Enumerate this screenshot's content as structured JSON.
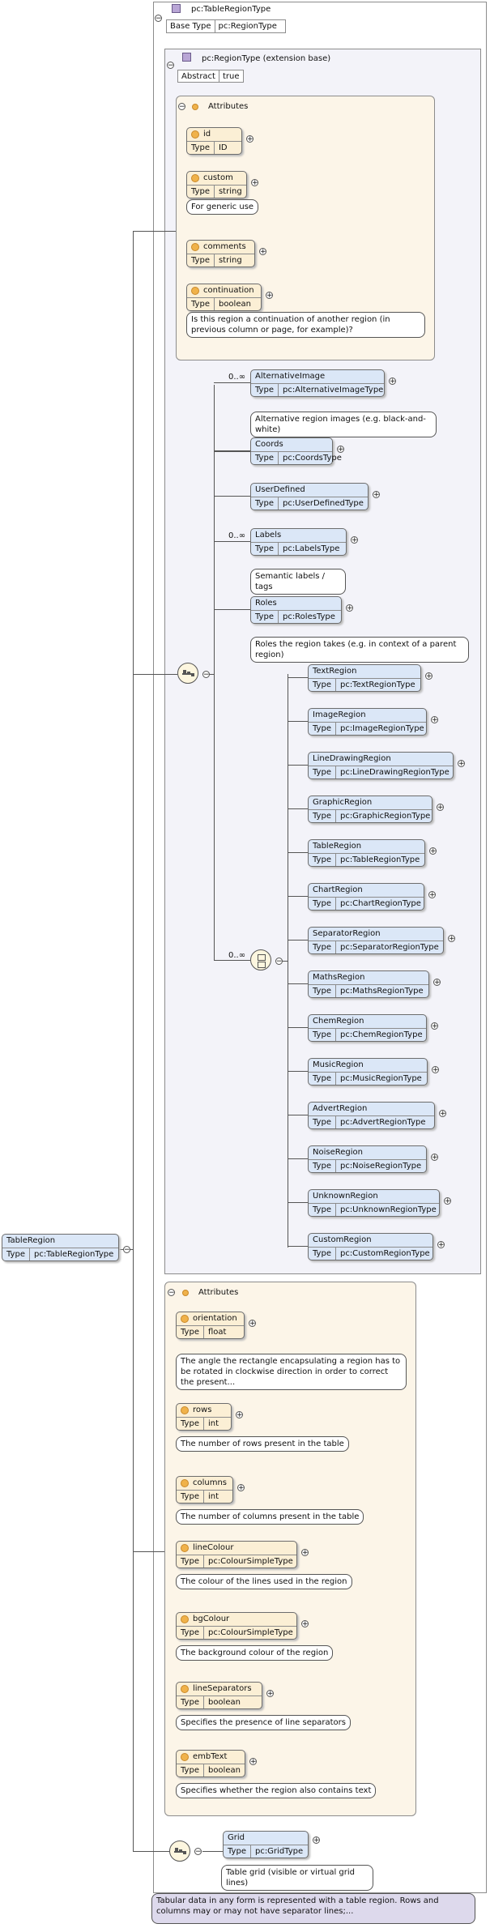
{
  "diagram": {
    "root": {
      "name": "TableRegion",
      "type_label": "Type",
      "type": "pc:TableRegionType"
    },
    "complex_type": {
      "name": "pc:TableRegionType",
      "base_type_label": "Base Type",
      "base_type": "pc:RegionType"
    },
    "region_type": {
      "name": "pc:RegionType (extension base)",
      "abstract_label": "Abstract",
      "abstract": "true"
    },
    "attributes_label": "Attributes",
    "base_attributes": [
      {
        "name": "id",
        "type": "ID",
        "doc": ""
      },
      {
        "name": "custom",
        "type": "string",
        "doc": "For generic use"
      },
      {
        "name": "comments",
        "type": "string",
        "doc": ""
      },
      {
        "name": "continuation",
        "type": "boolean",
        "doc": "Is this region a continuation of another region (in previous column or page, for example)?"
      }
    ],
    "sequence_elements": [
      {
        "name": "AlternativeImage",
        "type": "pc:AlternativeImageType",
        "cardinality": "0..∞",
        "doc": "Alternative region images (e.g. black-and-white)"
      },
      {
        "name": "Coords",
        "type": "pc:CoordsType",
        "cardinality": "",
        "doc": ""
      },
      {
        "name": "UserDefined",
        "type": "pc:UserDefinedType",
        "cardinality": "",
        "doc": ""
      },
      {
        "name": "Labels",
        "type": "pc:LabelsType",
        "cardinality": "0..∞",
        "doc": "Semantic labels / tags"
      },
      {
        "name": "Roles",
        "type": "pc:RolesType",
        "cardinality": "",
        "doc": "Roles the region takes (e.g. in context of a parent region)"
      }
    ],
    "choice_cardinality": "0..∞",
    "choice_elements": [
      {
        "name": "TextRegion",
        "type": "pc:TextRegionType"
      },
      {
        "name": "ImageRegion",
        "type": "pc:ImageRegionType"
      },
      {
        "name": "LineDrawingRegion",
        "type": "pc:LineDrawingRegionType"
      },
      {
        "name": "GraphicRegion",
        "type": "pc:GraphicRegionType"
      },
      {
        "name": "TableRegion",
        "type": "pc:TableRegionType"
      },
      {
        "name": "ChartRegion",
        "type": "pc:ChartRegionType"
      },
      {
        "name": "SeparatorRegion",
        "type": "pc:SeparatorRegionType"
      },
      {
        "name": "MathsRegion",
        "type": "pc:MathsRegionType"
      },
      {
        "name": "ChemRegion",
        "type": "pc:ChemRegionType"
      },
      {
        "name": "MusicRegion",
        "type": "pc:MusicRegionType"
      },
      {
        "name": "AdvertRegion",
        "type": "pc:AdvertRegionType"
      },
      {
        "name": "NoiseRegion",
        "type": "pc:NoiseRegionType"
      },
      {
        "name": "UnknownRegion",
        "type": "pc:UnknownRegionType"
      },
      {
        "name": "CustomRegion",
        "type": "pc:CustomRegionType"
      }
    ],
    "table_attributes": [
      {
        "name": "orientation",
        "type": "float",
        "doc": "The angle the rectangle encapsulating a region has to be rotated in clockwise direction in order to correct the present..."
      },
      {
        "name": "rows",
        "type": "int",
        "doc": "The number of rows present in the table"
      },
      {
        "name": "columns",
        "type": "int",
        "doc": "The number of columns present in the table"
      },
      {
        "name": "lineColour",
        "type": "pc:ColourSimpleType",
        "doc": "The colour of the lines used in the region"
      },
      {
        "name": "bgColour",
        "type": "pc:ColourSimpleType",
        "doc": "The background colour of the region"
      },
      {
        "name": "lineSeparators",
        "type": "boolean",
        "doc": "Specifies the presence of line separators"
      },
      {
        "name": "embText",
        "type": "boolean",
        "doc": "Specifies whether the region also contains text"
      }
    ],
    "grid": {
      "name": "Grid",
      "type": "pc:GridType",
      "doc": "Table grid (visible or virtual grid lines)"
    },
    "footer_doc": "Tabular data in any form is represented with a table region. Rows and columns may or may not have separator lines;...",
    "type_label": "Type",
    "colors": {
      "element_fill": "#dbe7f7",
      "attribute_fill": "#fbefd5",
      "attribute_icon": "#f0b24a",
      "ext_fill": "#f3f3f9"
    }
  }
}
